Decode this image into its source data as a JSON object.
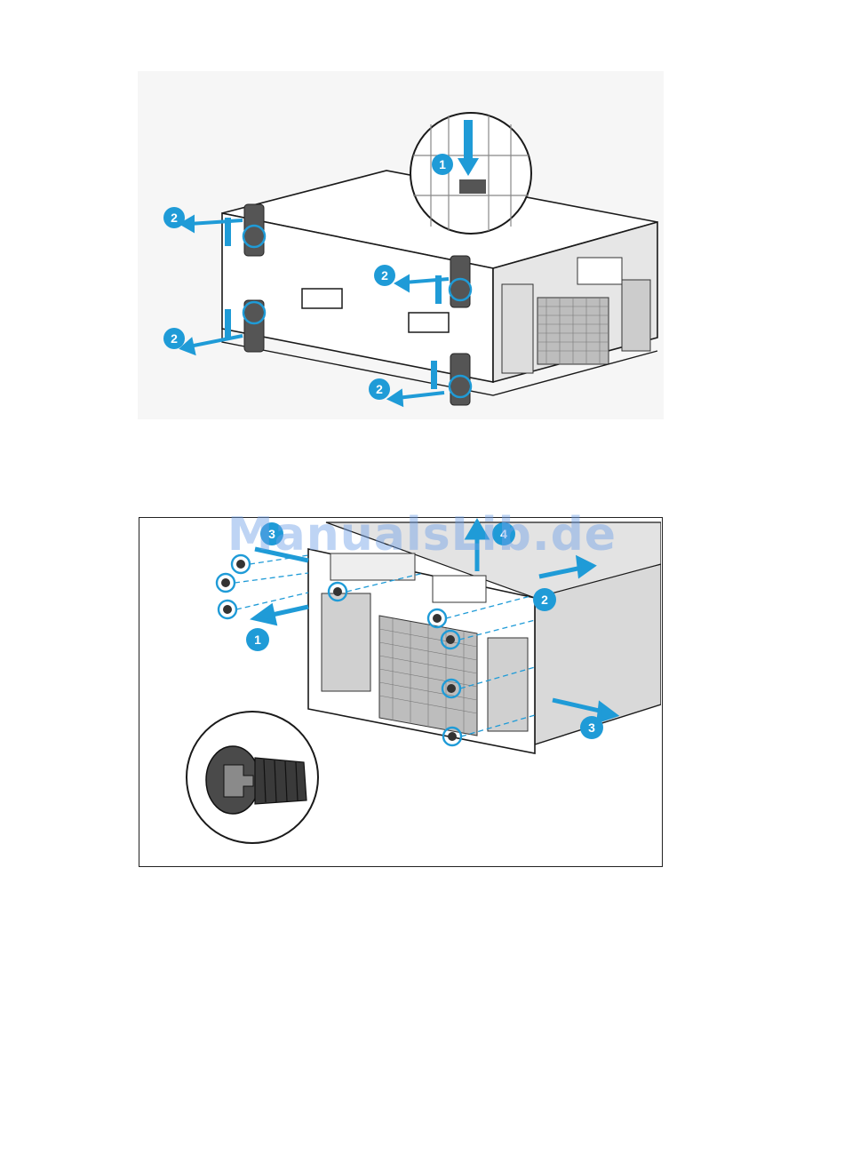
{
  "watermark": {
    "text": "ManualsLib.de"
  },
  "colors": {
    "callout": "#1f9bd7",
    "arrow": "#1f9bd7",
    "line": "#1a1a1a",
    "panel": "#d9d9d9"
  },
  "figure1": {
    "callouts": [
      "1",
      "2",
      "2",
      "2",
      "2"
    ]
  },
  "figure2": {
    "callouts": [
      "1",
      "2",
      "3",
      "3",
      "4"
    ],
    "icons": [
      "screw-icon"
    ]
  }
}
